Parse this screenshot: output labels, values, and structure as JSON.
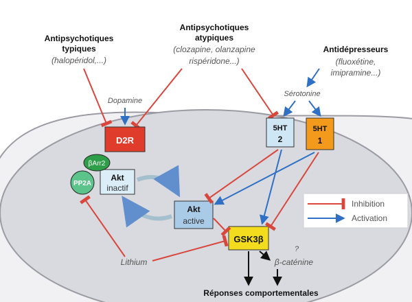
{
  "drugs": {
    "typical": {
      "title_1": "Antipsychotiques",
      "title_2": "typiques",
      "examples": "(halopéridol,...)"
    },
    "atypical": {
      "title_1": "Antipsychotiques",
      "title_2": "atypiques",
      "examples_1": "(clozapine, olanzapine",
      "examples_2": "rispéridone...)"
    },
    "antidepressants": {
      "title": "Antidépresseurs",
      "examples_1": "(fluoxétine,",
      "examples_2": "imipramine...)"
    }
  },
  "ligands": {
    "dopamine": "Dopamine",
    "serotonin": "Sérotonine"
  },
  "nodes": {
    "d2r": "D2R",
    "barr2": "βArr2",
    "pp2a": "PP2A",
    "akt_inactive_1": "Akt",
    "akt_inactive_2": "inactif",
    "akt_active_1": "Akt",
    "akt_active_2": "active",
    "ht2_1": "5HT",
    "ht2_2": "2",
    "ht1_1": "5HT",
    "ht1_2": "1",
    "gsk3b": "GSK3β",
    "lithium": "Lithium",
    "b_catenin": "β-caténine",
    "question_mark": "?",
    "responses": "Réponses comportementales"
  },
  "legend": {
    "inhibition": "Inhibition",
    "activation": "Activation"
  },
  "colors": {
    "inhibition": "#d9463c",
    "activation": "#2f6fc4",
    "d2r": "#e03c2c",
    "ht2": "#cfe6f4",
    "ht1": "#f39a1c",
    "gsk3b": "#f3dc1d",
    "pp2a": "#5cc38a",
    "barr2": "#2f9e49",
    "akt_inactive": "#dbeef8",
    "akt_active": "#aacbe8",
    "cell": "#f1f1f4",
    "nucleus": "#d8dadf"
  }
}
